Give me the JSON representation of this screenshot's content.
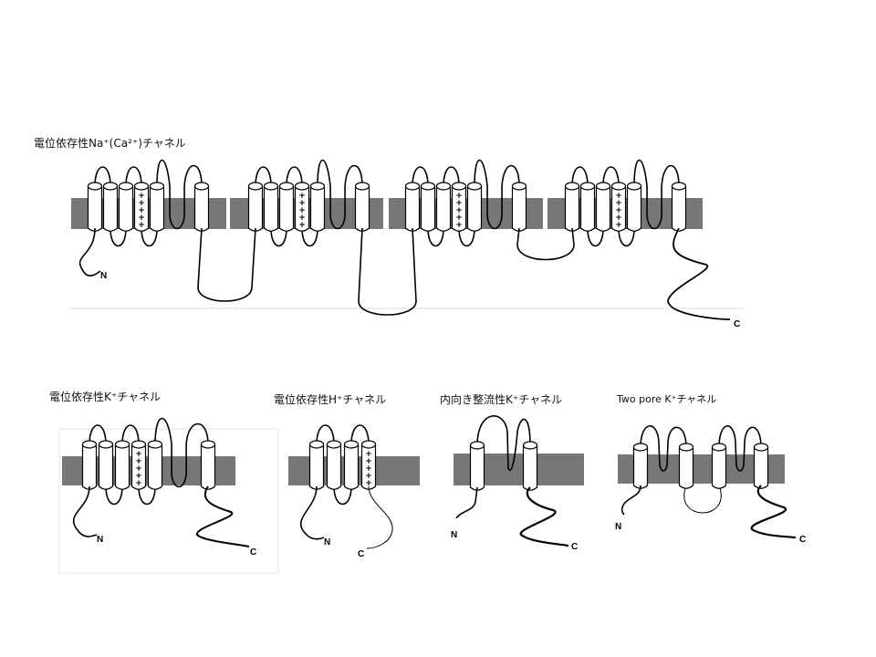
{
  "titles": {
    "nav": "電位依存性Na⁺(Ca²⁺)チャネル",
    "kv": "電位依存性K⁺チャネル",
    "hv": "電位依存性H⁺チャネル",
    "kir": "内向き整流性K⁺チャネル",
    "k2p": "Two pore K⁺チャネル"
  },
  "termini": {
    "n": "N",
    "c": "C"
  },
  "colors": {
    "membrane": "#777777",
    "line": "#000000"
  }
}
